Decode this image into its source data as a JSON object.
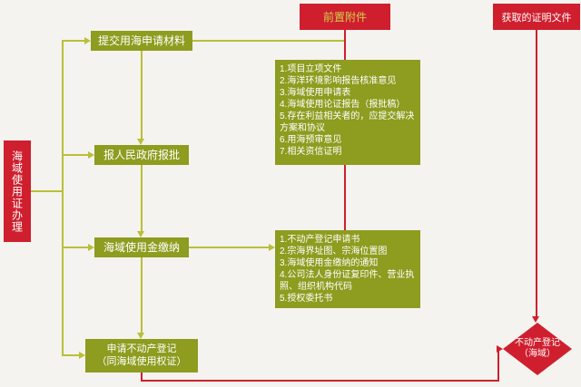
{
  "colors": {
    "red": "#cf1f2e",
    "olive": "#8e9c1f",
    "line": "#b9bf39",
    "bg": "#f4f3ef",
    "pretext": "#cdd24c"
  },
  "left_label": {
    "text": "海域使用证办理"
  },
  "top_labels": {
    "prerequisite": "前置附件",
    "obtained": "获取的证明文件"
  },
  "flow": {
    "steps": [
      {
        "label": "提交用海申请材料"
      },
      {
        "label": "报人民政府报批"
      },
      {
        "label": "海域使用金缴纳"
      },
      {
        "label": "申请不动产登记",
        "label2": "（同海域使用权证）"
      }
    ]
  },
  "attachments": {
    "box1": {
      "items": [
        "1.项目立项文件",
        "2.海洋环境影响报告核准意见",
        "3.海域使用申请表",
        "4.海域使用论证报告（报批稿）",
        "5.存在利益相关者的，应提交解决方案和协议",
        "6.用海预审意见",
        "7.相关资信证明"
      ]
    },
    "box2": {
      "items": [
        "1.不动产登记申请书",
        "2.宗海界址图、宗海位置图",
        "3.海域使用金缴纳的通知",
        "4.公司法人身份证复印件、营业执照、组织机构代码",
        "5.授权委托书"
      ]
    }
  },
  "terminal": {
    "line1": "不动产登记",
    "line2": "（海域）"
  }
}
